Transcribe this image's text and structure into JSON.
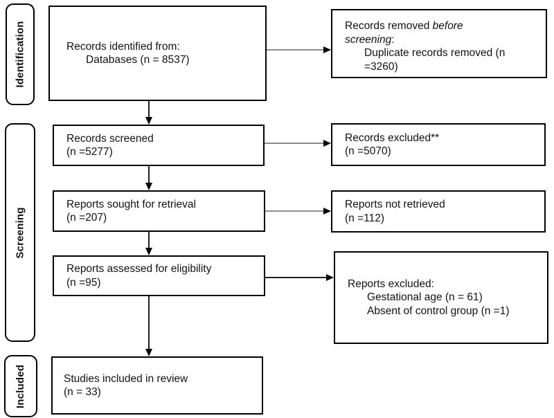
{
  "sidebar": {
    "identification": "Identification",
    "screening": "Screening",
    "included": "Included"
  },
  "boxes": {
    "records_identified": {
      "line1": "Records identified from:",
      "line2": "Databases (n = 8537)"
    },
    "records_removed": {
      "line1_normal": "Records removed ",
      "line1_italic": "before",
      "line2_italic": "screening",
      "line2_normal": ":",
      "detail_line1": "Duplicate records removed (n",
      "detail_line2": "=3260)"
    },
    "records_screened": {
      "line1": "Records screened",
      "line2": "(n =5277)"
    },
    "records_excluded": {
      "line1": "Records excluded**",
      "line2": "(n =5070)"
    },
    "reports_sought": {
      "line1": "Reports sought for retrieval",
      "line2": "(n =207)"
    },
    "reports_not_retrieved": {
      "line1": "Reports not retrieved",
      "line2": "(n =112)"
    },
    "reports_assessed": {
      "line1": "Reports assessed for eligibility",
      "line2": "(n =95)"
    },
    "reports_excluded": {
      "line1": "Reports excluded:",
      "line2": "Gestational age (n = 61)",
      "line3": "Absent of control group (n =1)"
    },
    "studies_included": {
      "line1": "Studies included in review",
      "line2": "(n = 33)"
    }
  },
  "colors": {
    "box_border": "#000000",
    "connector_gray": "#8c8c8c",
    "connector_dark": "#1f1f1f",
    "background": "#ffffff"
  }
}
